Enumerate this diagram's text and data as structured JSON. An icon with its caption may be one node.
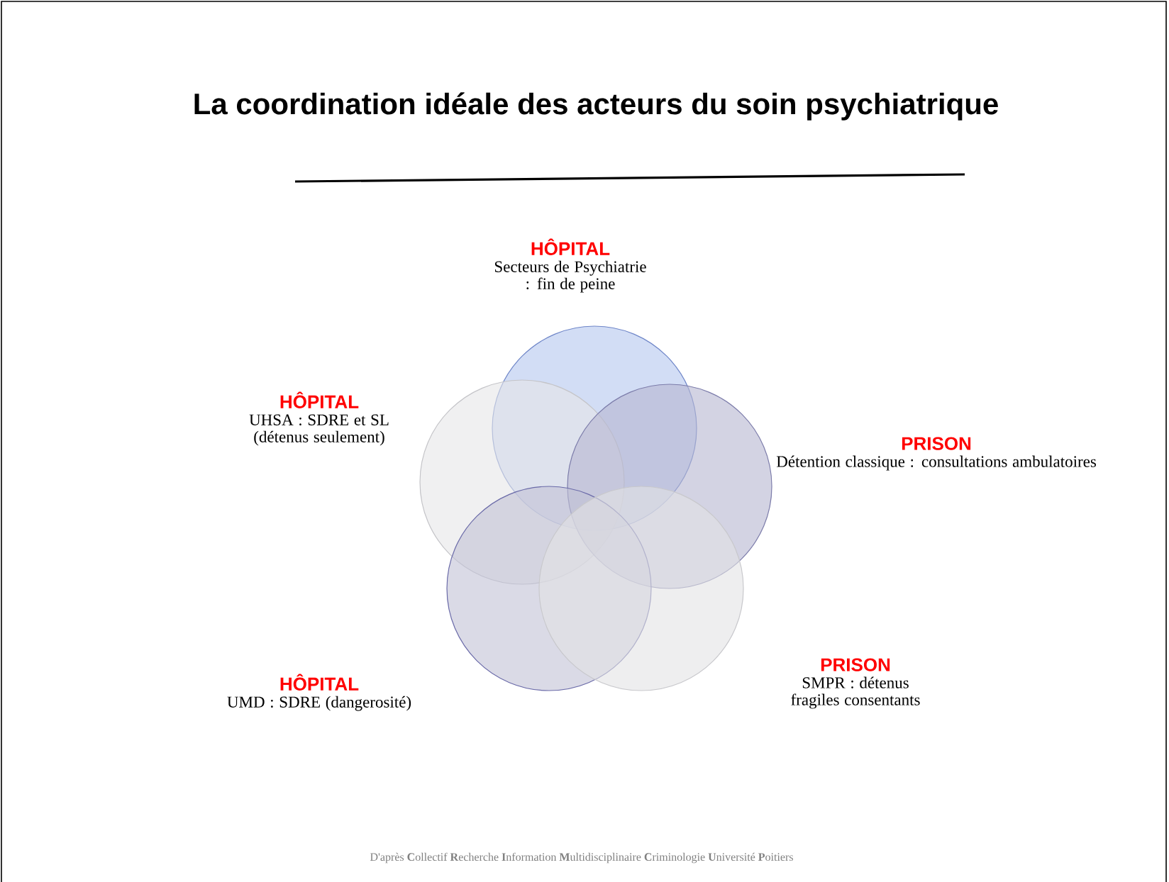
{
  "diagram": {
    "title": "La coordination idéale des acteurs du soin psychiatrique",
    "nodes": [
      {
        "text": [
          "HÔPITAL",
          "Secteurs de Psychiatrie : fin de peine"
        ]
      },
      {
        "text": [
          "HÔPITAL",
          "UHSA : SDRE et SL (détenus seulement)"
        ]
      },
      {
        "text": [
          "PRISON",
          "Détention classique : consultations ambulatoires"
        ]
      },
      {
        "text": [
          "HÔPITAL",
          "UMD : SDRE (dangerosité)"
        ]
      },
      {
        "text": [
          "PRISON",
          "SMPR : détenus fragiles consentants"
        ]
      }
    ],
    "labels": [
      "D'après **C**ollectif **R**echerche **I**nformation **M**ultidisciplinaire  **C**riminologie **U**niversité **P**oitiers"
    ]
  }
}
